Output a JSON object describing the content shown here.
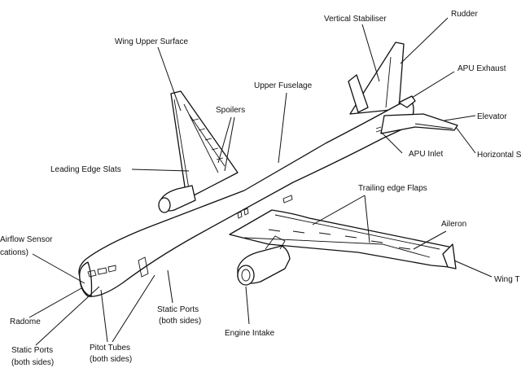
{
  "labels": {
    "vertical_stabiliser": "Vertical Stabiliser",
    "rudder": "Rudder",
    "wing_upper_surface": "Wing Upper Surface",
    "apu_exhaust": "APU Exhaust",
    "upper_fuselage": "Upper Fuselage",
    "spoilers": "Spoilers",
    "elevator": "Elevator",
    "horizontal_stabiliser": "Horizontal S",
    "apu_inlet": "APU Inlet",
    "leading_edge_slats": "Leading Edge Slats",
    "trailing_edge_flaps": "Trailing edge Flaps",
    "aileron": "Aileron",
    "airflow_sensor_line1": "Airflow Sensor",
    "airflow_sensor_line2": "cations)",
    "wing_tip": "Wing T",
    "radome": "Radome",
    "static_ports_right_line1": "Static Ports",
    "static_ports_right_line2": "(both sides)",
    "static_ports_left_line1": "Static Ports",
    "static_ports_left_line2": "(both sides)",
    "pitot_tubes_line1": "Pitot Tubes",
    "pitot_tubes_line2": "(both sides)",
    "engine_intake": "Engine Intake"
  }
}
